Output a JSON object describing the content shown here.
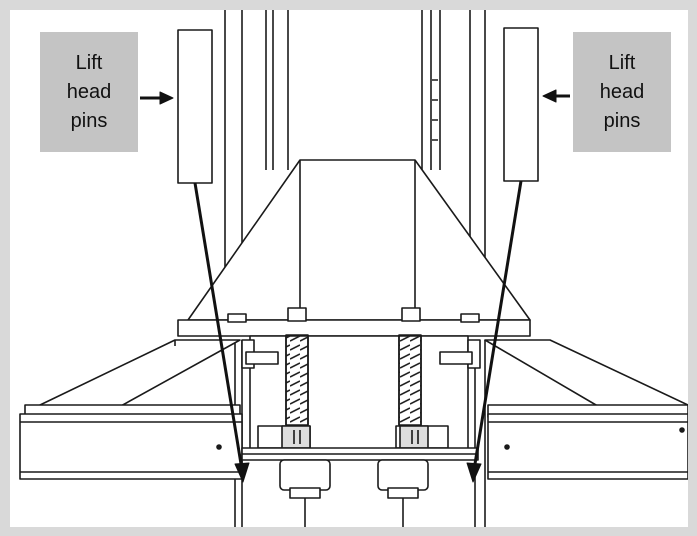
{
  "labels": {
    "left": {
      "lines": [
        "Lift",
        "head",
        "pins"
      ]
    },
    "right": {
      "lines": [
        "Lift",
        "head",
        "pins"
      ]
    }
  },
  "colors": {
    "frame": "#d9d9d9",
    "label_bg": "#c4c4c4",
    "line": "#111111",
    "background": "#ffffff"
  }
}
